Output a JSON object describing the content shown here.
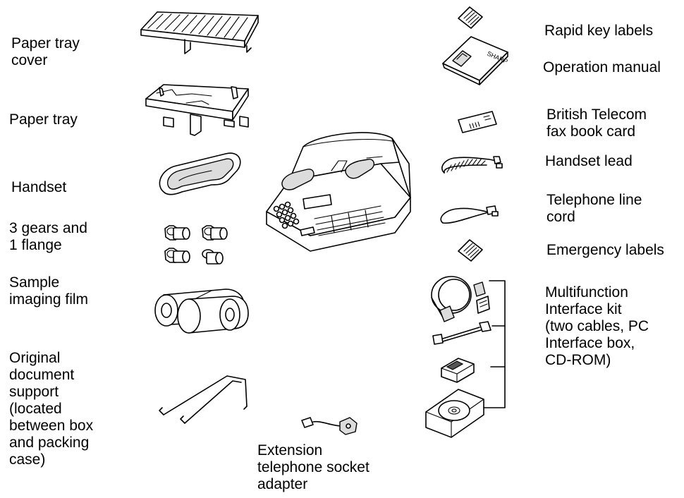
{
  "labels": {
    "paper_tray_cover": "Paper tray\ncover",
    "paper_tray": "Paper tray",
    "handset": "Handset",
    "gears": "3 gears and\n1 flange",
    "imaging_film": "Sample\nimaging film",
    "document_support": "Original\ndocument\nsupport\n(located\nbetween box\nand packing\ncase)",
    "extension_adapter": "Extension\ntelephone socket\nadapter",
    "rapid_key_labels": "Rapid key labels",
    "operation_manual": "Operation manual",
    "fax_book_card": "British Telecom\nfax book card",
    "handset_lead": "Handset lead",
    "line_cord": "Telephone line\ncord",
    "emergency_labels": "Emergency labels",
    "interface_kit": "Multifunction\nInterface kit\n(two cables, PC\nInterface box,\nCD-ROM)"
  },
  "manual_brand": "SHARP"
}
